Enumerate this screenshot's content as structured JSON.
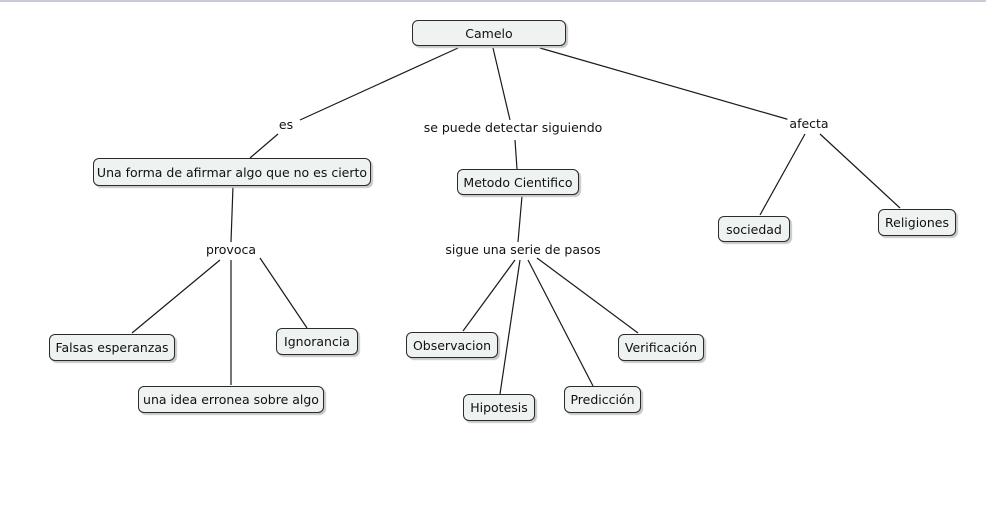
{
  "concepts": {
    "root": "Camelo",
    "forma": "Una forma de afirmar algo que no es cierto",
    "metodo": "Metodo Cientifico",
    "sociedad": "sociedad",
    "religiones": "Religiones",
    "falsas": "Falsas esperanzas",
    "ignorancia": "Ignorancia",
    "idea": "una idea erronea sobre algo",
    "observacion": "Observacion",
    "hipotesis": "Hipotesis",
    "prediccion": "Predicción",
    "verificacion": "Verificación"
  },
  "links": {
    "es": "es",
    "detectar": "se puede detectar siguiendo",
    "afecta": "afecta",
    "provoca": "provoca",
    "pasos": "sigue una serie de pasos"
  }
}
